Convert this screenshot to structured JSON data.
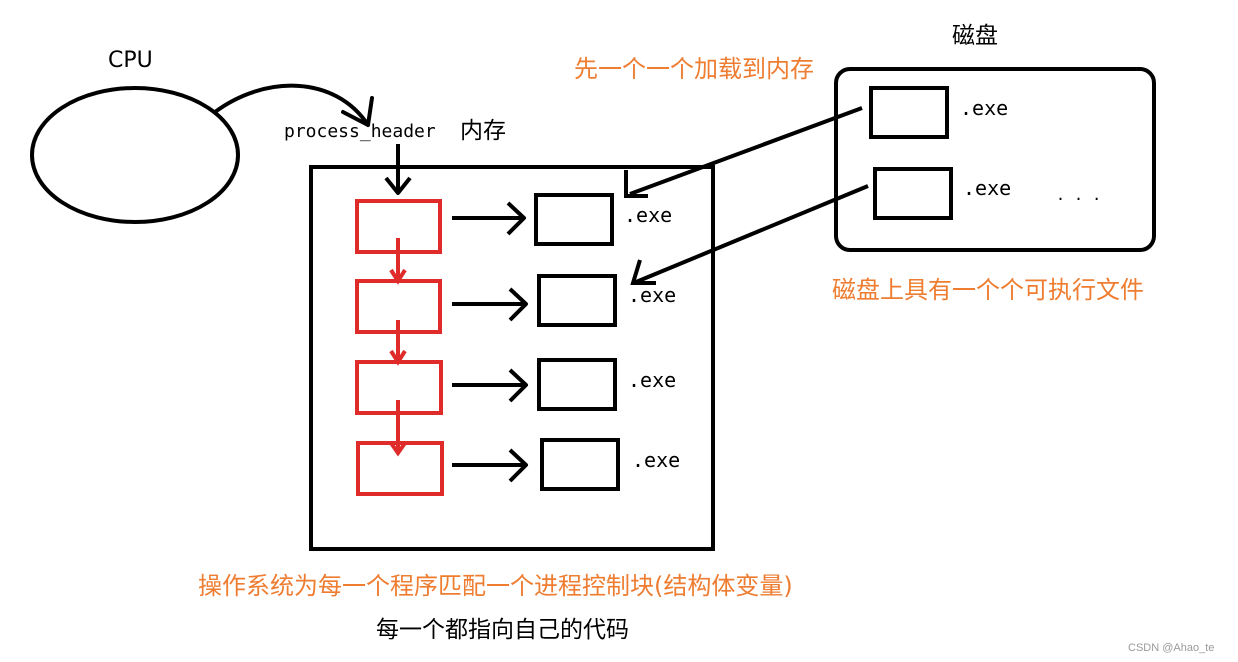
{
  "colors": {
    "ink": "#000000",
    "pcb": "#e02b2b",
    "annotation": "#ee7d31",
    "watermark": "#9a9a9a"
  },
  "labels": {
    "cpu": "CPU",
    "process_header": "process_header",
    "memory": "内存",
    "disk": "磁盘",
    "load_note": "先一个一个加载到内存",
    "disk_note": "磁盘上具有一个个可执行文件",
    "pcb_note": "操作系统为每一个程序匹配一个进程控制块(结构体变量)",
    "code_note": "每一个都指向自己的代码",
    "ellipsis": ". . ."
  },
  "memory_exe_labels": [
    ".exe",
    ".exe",
    ".exe",
    ".exe"
  ],
  "disk_exe_labels": [
    ".exe",
    ".exe"
  ],
  "watermark": "CSDN @Ahao_te"
}
